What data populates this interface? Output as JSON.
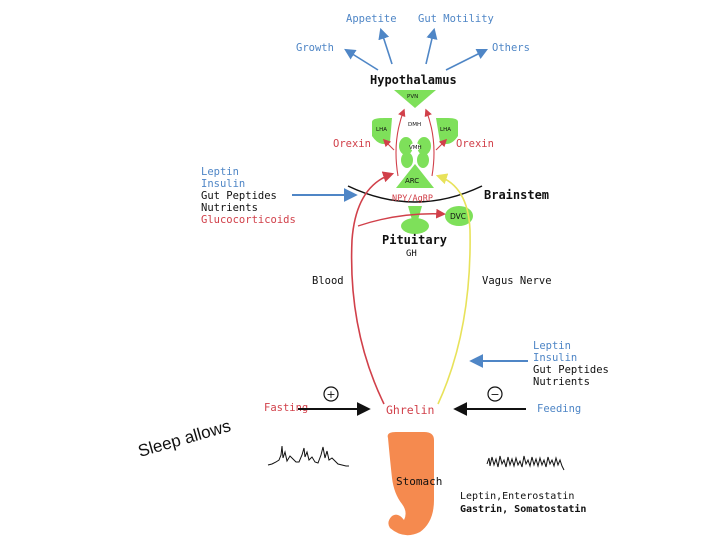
{
  "targets": {
    "appetite": "Appetite",
    "gut_motility": "Gut Motility",
    "growth": "Growth",
    "others": "Others"
  },
  "hypothalamus": {
    "title": "Hypothalamus",
    "pvn": "PVN",
    "lha_left": "LHA",
    "lha_right": "LHA",
    "dmh": "DMH",
    "vmh": "VMH",
    "arc": "ARC",
    "orexin_left": "Orexin",
    "orexin_right": "Orexin",
    "npy": "NPY/AgRP"
  },
  "brainstem": {
    "label": "Brainstem",
    "dvc": "DVC"
  },
  "pituitary": {
    "label": "Pituitary",
    "gh": "GH"
  },
  "routes": {
    "blood": "Blood",
    "vagus": "Vagus Nerve"
  },
  "signals_top": [
    "Leptin",
    "Insulin",
    "Gut Peptides",
    "Nutrients",
    "Glucocorticoids"
  ],
  "signals_right": [
    "Leptin",
    "Insulin",
    "Gut Peptides",
    "Nutrients"
  ],
  "fasting": {
    "label": "Fasting",
    "sign": "+"
  },
  "feeding": {
    "label": "Feeding",
    "sign": "−"
  },
  "ghrelin": "Ghrelin",
  "stomach": "Stomach",
  "stomach_peptides": [
    "Leptin,Enterostatin",
    "Gastrin, Somatostatin"
  ],
  "sleep_text": "Sleep allows",
  "colors": {
    "blue": "#4f86c6",
    "red": "#d1404a",
    "green": "#7ee05a",
    "yellow": "#f2ee7a",
    "stomach": "#f58a4f"
  }
}
